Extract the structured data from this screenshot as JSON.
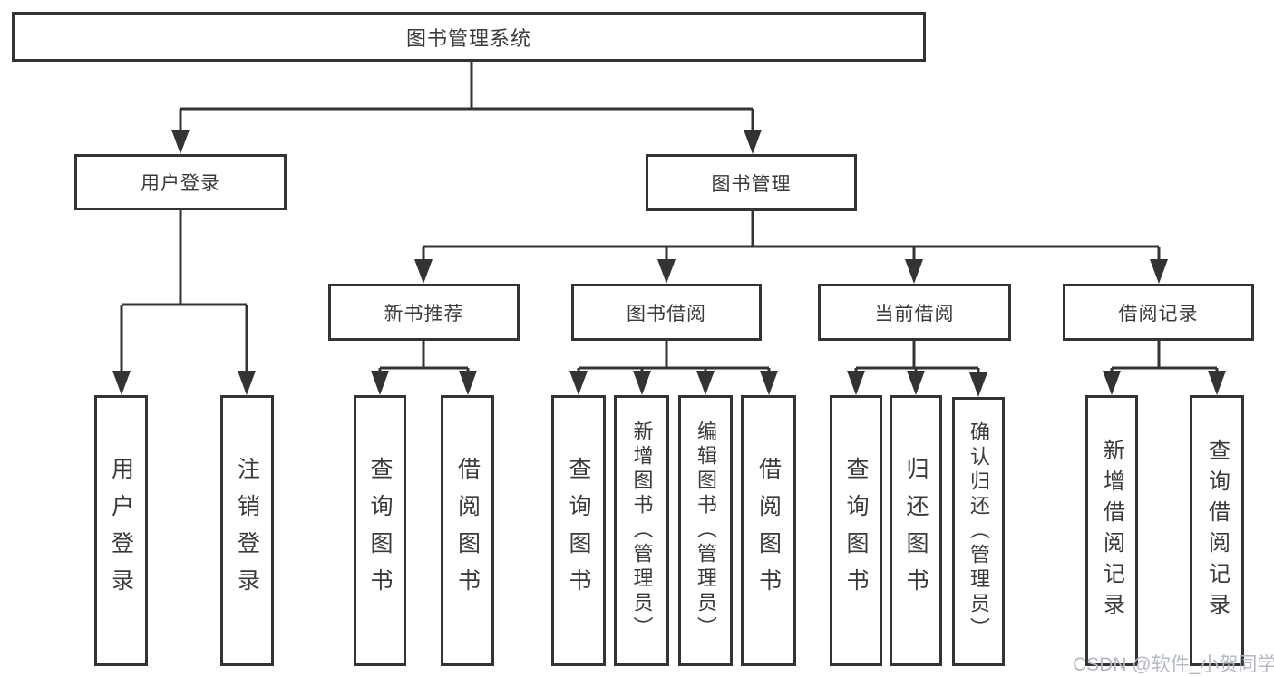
{
  "diagram": {
    "title": "图书管理系统",
    "root": {
      "label": "图书管理系统"
    },
    "level1": [
      {
        "label": "用户登录"
      },
      {
        "label": "图书管理"
      }
    ],
    "level2": [
      {
        "label": "新书推荐"
      },
      {
        "label": "图书借阅"
      },
      {
        "label": "当前借阅"
      },
      {
        "label": "借阅记录"
      }
    ],
    "leaves": {
      "user_login": [
        "用户登录",
        "注销登录"
      ],
      "new_books": [
        "查询图书",
        "借阅图书"
      ],
      "book_borrow": [
        "查询图书",
        "新增图书（管理员）",
        "编辑图书（管理员）",
        "借阅图书"
      ],
      "current_borrow": [
        "查询图书",
        "归还图书",
        "确认归还（管理员）"
      ],
      "borrow_records": [
        "新增借阅记录",
        "查询借阅记录"
      ]
    }
  },
  "watermark": "CSDN @软件_小贺同学",
  "colors": {
    "line": "#333333",
    "text": "#3a3a3a",
    "watermark": "#b3b8c2",
    "background": "#ffffff"
  }
}
